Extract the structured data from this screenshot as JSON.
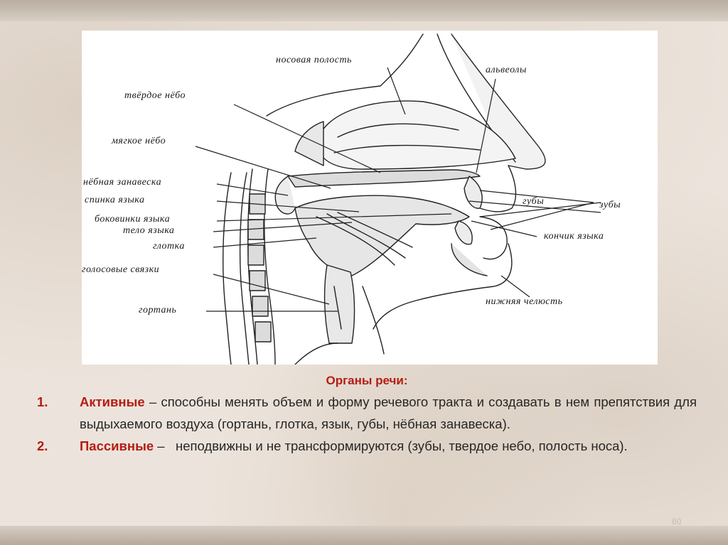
{
  "diagram": {
    "labels": {
      "nasal_cavity": "носовая полость",
      "alveoli": "альвеолы",
      "hard_palate": "твёрдое нёбо",
      "soft_palate": "мягкое нёбо",
      "velum": "нёбная занавеска",
      "tongue_back": "спинка языка",
      "tongue_sides": "боковинки языка",
      "tongue_body": "тело языка",
      "pharynx": "глотка",
      "vocal_cords": "голосовые связки",
      "larynx": "гортань",
      "lips": "губы",
      "teeth": "зубы",
      "tongue_tip": "кончик языка",
      "lower_jaw": "нижняя челюсть"
    }
  },
  "caption": {
    "heading": "Органы речи:",
    "items": [
      {
        "number": "1.",
        "term": "Активные",
        "text": " – способны менять объем и форму речевого тракта и создавать в нем препятствия для выдыхаемого воздуха (гортань, глотка, язык, губы, нёбная занавеска)."
      },
      {
        "number": "2.",
        "term": "Пассивные",
        "text": " –   неподвижны и не трансформируются (зубы, твердое небо, полость носа)."
      }
    ]
  },
  "page_number": "60"
}
